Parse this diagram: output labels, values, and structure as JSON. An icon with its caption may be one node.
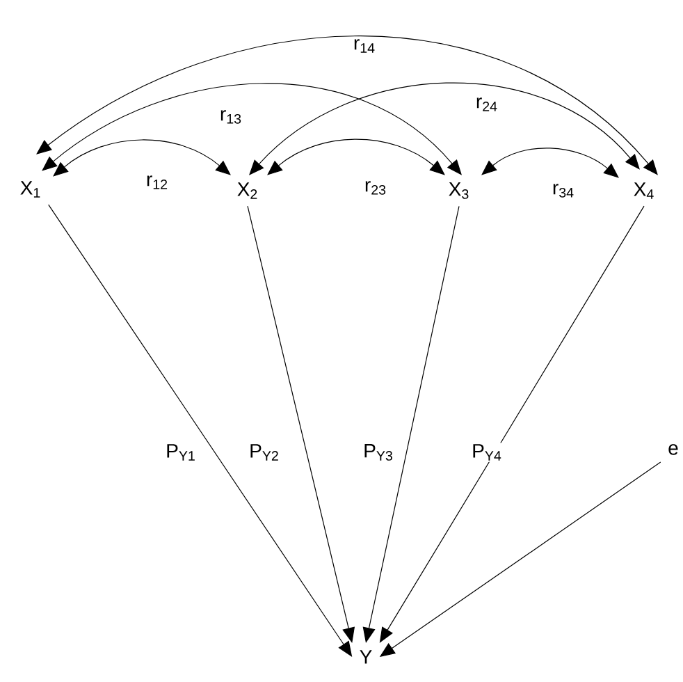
{
  "diagram": {
    "nodes": [
      {
        "text": [
          "X$_{1}$"
        ]
      },
      {
        "text": [
          "X$_{2}$"
        ]
      },
      {
        "text": [
          "X$_{3}$"
        ]
      },
      {
        "text": [
          "X$_{4}$"
        ]
      },
      {
        "text": [
          "e"
        ]
      },
      {
        "text": [
          "Y"
        ]
      }
    ],
    "edges": [
      {
        "from": 0,
        "to": 1,
        "arrow": "both",
        "label": "r$_{12}$"
      },
      {
        "from": 0,
        "to": 2,
        "arrow": "both",
        "label": "r$_{13}$"
      },
      {
        "from": 0,
        "to": 3,
        "arrow": "both",
        "label": "r$_{14}$"
      },
      {
        "from": 1,
        "to": 2,
        "arrow": "both",
        "label": "r$_{23}$"
      },
      {
        "from": 1,
        "to": 3,
        "arrow": "both",
        "label": "r$_{24}$"
      },
      {
        "from": 2,
        "to": 3,
        "arrow": "both",
        "label": "r$_{34}$"
      },
      {
        "from": 0,
        "to": 5,
        "arrow": "to",
        "label": "P$_{Y1}$"
      },
      {
        "from": 1,
        "to": 5,
        "arrow": "to",
        "label": "P$_{Y2}$"
      },
      {
        "from": 2,
        "to": 5,
        "arrow": "to",
        "label": "P$_{Y3}$"
      },
      {
        "from": 3,
        "to": 5,
        "arrow": "to",
        "label": "P$_{Y4}$"
      },
      {
        "from": 4,
        "to": 5,
        "arrow": "to"
      }
    ]
  }
}
